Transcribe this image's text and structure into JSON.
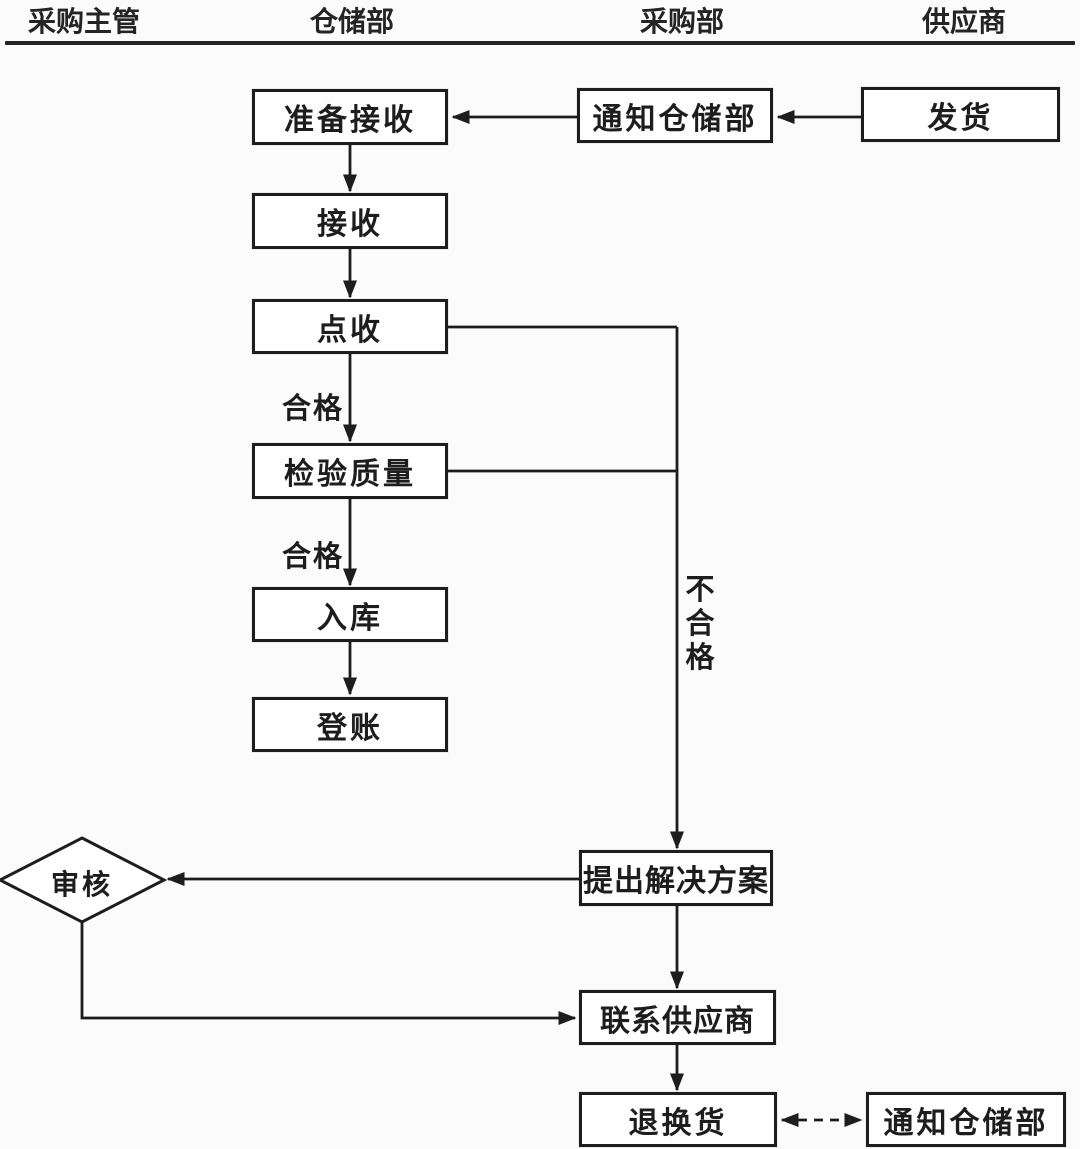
{
  "header": {
    "columns": [
      {
        "label": "采购主管"
      },
      {
        "label": "仓储部"
      },
      {
        "label": "采购部"
      },
      {
        "label": "供应商"
      }
    ]
  },
  "nodes": {
    "prepare_receive": {
      "label": "准备接收",
      "shape": "rect",
      "lane": "仓储部"
    },
    "notify_warehouse_top": {
      "label": "通知仓储部",
      "shape": "rect",
      "lane": "采购部"
    },
    "ship_goods": {
      "label": "发货",
      "shape": "rect",
      "lane": "供应商"
    },
    "receive": {
      "label": "接收",
      "shape": "rect",
      "lane": "仓储部"
    },
    "count_check": {
      "label": "点收",
      "shape": "rect",
      "lane": "仓储部"
    },
    "quality_inspect": {
      "label": "检验质量",
      "shape": "rect",
      "lane": "仓储部"
    },
    "warehouse_in": {
      "label": "入库",
      "shape": "rect",
      "lane": "仓储部"
    },
    "record_account": {
      "label": "登账",
      "shape": "rect",
      "lane": "仓储部"
    },
    "review": {
      "label": "审核",
      "shape": "diamond",
      "lane": "采购主管"
    },
    "propose_solution": {
      "label": "提出解决方案",
      "shape": "rect",
      "lane": "采购部"
    },
    "contact_supplier": {
      "label": "联系供应商",
      "shape": "rect",
      "lane": "采购部"
    },
    "return_exchange": {
      "label": "退换货",
      "shape": "rect",
      "lane": "采购部"
    },
    "notify_warehouse_bottom": {
      "label": "通知仓储部",
      "shape": "rect",
      "lane": "供应商"
    }
  },
  "edge_labels": {
    "qualified_1": "合格",
    "qualified_2": "合格",
    "unqualified": "不合格"
  },
  "edges": [
    {
      "from": "ship_goods",
      "to": "notify_warehouse_top",
      "style": "solid-arrow"
    },
    {
      "from": "notify_warehouse_top",
      "to": "prepare_receive",
      "style": "solid-arrow"
    },
    {
      "from": "prepare_receive",
      "to": "receive",
      "style": "solid-arrow"
    },
    {
      "from": "receive",
      "to": "count_check",
      "style": "solid-arrow"
    },
    {
      "from": "count_check",
      "to": "quality_inspect",
      "style": "solid-arrow",
      "label": "合格"
    },
    {
      "from": "quality_inspect",
      "to": "warehouse_in",
      "style": "solid-arrow",
      "label": "合格"
    },
    {
      "from": "warehouse_in",
      "to": "record_account",
      "style": "solid-arrow"
    },
    {
      "from": "count_check",
      "to": "propose_solution",
      "style": "solid-arrow",
      "label": "不合格"
    },
    {
      "from": "quality_inspect",
      "to": "propose_solution",
      "style": "solid-arrow",
      "label": "不合格"
    },
    {
      "from": "propose_solution",
      "to": "review",
      "style": "solid-arrow"
    },
    {
      "from": "review",
      "to": "contact_supplier",
      "style": "solid-arrow"
    },
    {
      "from": "propose_solution",
      "to": "contact_supplier",
      "style": "solid-arrow"
    },
    {
      "from": "contact_supplier",
      "to": "return_exchange",
      "style": "solid-arrow"
    },
    {
      "from": "return_exchange",
      "to": "notify_warehouse_bottom",
      "style": "dashed-double-arrow"
    }
  ],
  "colors": {
    "line": "#1d1d1d",
    "background": "#fbfbfb",
    "box_fill": "#fefefe"
  }
}
